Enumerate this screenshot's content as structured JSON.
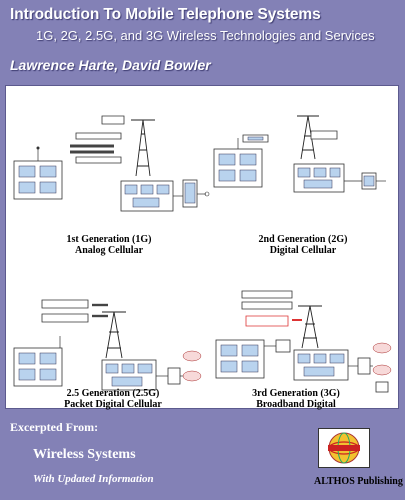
{
  "cover": {
    "title": "Introduction To Mobile Telephone Systems",
    "subtitle": "1G, 2G, 2.5G, and 3G Wireless Technologies and Services",
    "authors": "Lawrence Harte, David Bowler"
  },
  "diagrams": [
    {
      "caption_line1": "1st Generation (1G)",
      "caption_line2": "Analog Cellular"
    },
    {
      "caption_line1": "2nd Generation (2G)",
      "caption_line2": "Digital Cellular"
    },
    {
      "caption_line1": "2.5 Generation (2.5G)",
      "caption_line2": "Packet Digital Cellular"
    },
    {
      "caption_line1": "3rd Generation (3G)",
      "caption_line2": "Broadband Digital"
    }
  ],
  "footer": {
    "label": "Excerpted From:",
    "title": "Wireless Systems",
    "subtitle": "With Updated Information",
    "publisher": "ALTHOS Publishing",
    "logo_icon": "althos-globe-logo-icon"
  },
  "colors": {
    "background": "#8381b6",
    "panel": "#ffffff",
    "text": "#ffffff"
  }
}
